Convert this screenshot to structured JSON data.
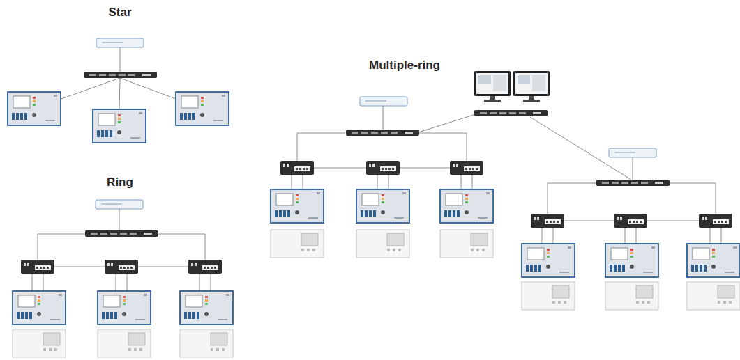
{
  "diagram": {
    "labels": [
      "Star",
      "Ring",
      "Multiple-ring"
    ]
  }
}
